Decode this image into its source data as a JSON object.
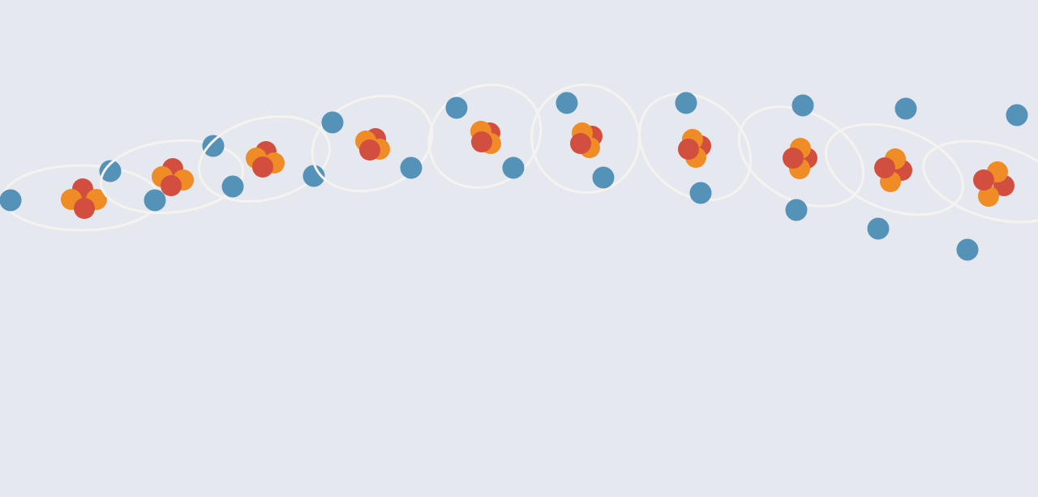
{
  "colors": {
    "background": "#e5e8ef",
    "orbit": "#f4f3ef",
    "electron": "#5592b8",
    "proton": "#d24e3f",
    "neutron": "#ef8c25"
  },
  "atoms": [
    {
      "index": 1,
      "tilt_deg": 0
    },
    {
      "index": 2,
      "tilt_deg": -6
    },
    {
      "index": 3,
      "tilt_deg": -14
    },
    {
      "index": 4,
      "tilt_deg": -20
    },
    {
      "index": 5,
      "tilt_deg": -28
    },
    {
      "index": 6,
      "tilt_deg": -38
    },
    {
      "index": 7,
      "tilt_deg": -50
    },
    {
      "index": 8,
      "tilt_deg": -62
    },
    {
      "index": 9,
      "tilt_deg": -70
    },
    {
      "index": 10,
      "tilt_deg": -74
    }
  ]
}
